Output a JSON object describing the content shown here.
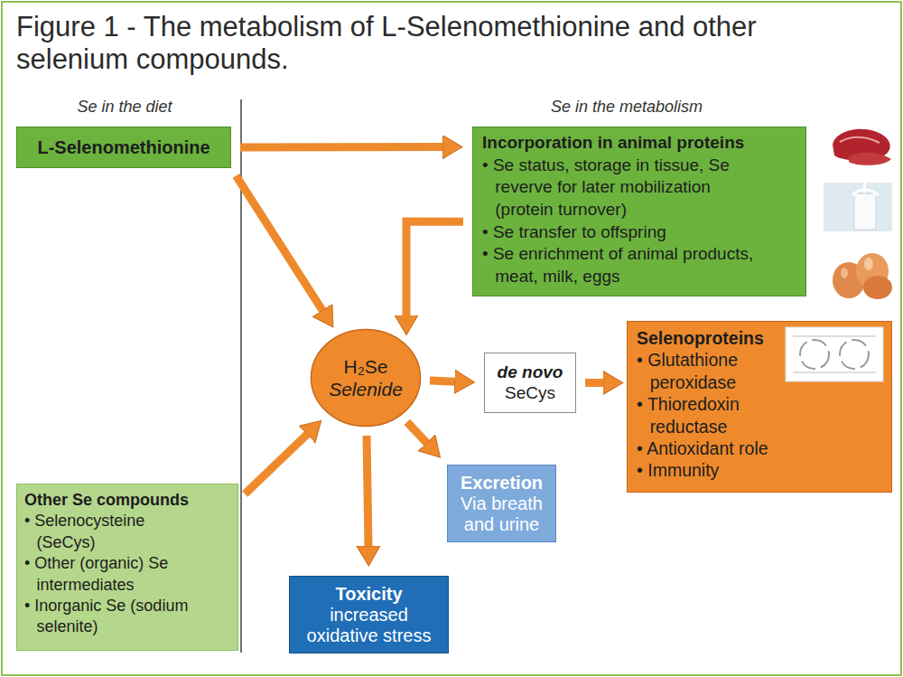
{
  "diagram": {
    "title": "Figure 1 - The metabolism of L-Selenomethionine and other selenium compounds.",
    "nodes": [
      {
        "text": [
          "L-Selenomethionine"
        ]
      },
      {
        "text": [
          "Incorporation in animal proteins",
          "• Se status, storage in tissue, Se reverve for later mobilization (protein turnover)",
          "• Se transfer to offspring",
          "• Se enrichment of animal products, meat, milk, eggs"
        ]
      },
      {
        "text": [
          "H₂Se",
          "Selenide"
        ]
      },
      {
        "text": [
          "de novo",
          "SeCys"
        ]
      },
      {
        "text": [
          "Selenoproteins",
          "• Glutathione peroxidase",
          "• Thioredoxin reductase",
          "• Antioxidant role",
          "• Immunity"
        ]
      },
      {
        "text": [
          "Excretion",
          "Via breath and urine"
        ]
      },
      {
        "text": [
          "Other Se compounds",
          "• Selenocysteine (SeCys)",
          "• Other (organic) Se intermediates",
          "• Inorganic Se (sodium selenite)"
        ]
      },
      {
        "text": [
          "Toxicity",
          "increased oxidative stress"
        ]
      }
    ],
    "edges": [
      {
        "from": 0,
        "to": 1,
        "arrow": "to"
      },
      {
        "from": 0,
        "to": 2,
        "arrow": "to"
      },
      {
        "from": 1,
        "to": 2,
        "arrow": "to"
      },
      {
        "from": 6,
        "to": 2,
        "arrow": "to"
      },
      {
        "from": 2,
        "to": 3,
        "arrow": "to"
      },
      {
        "from": 3,
        "to": 4,
        "arrow": "to"
      },
      {
        "from": 2,
        "to": 5,
        "arrow": "to"
      },
      {
        "from": 2,
        "to": 7,
        "arrow": "to"
      }
    ],
    "labels": [
      "Se in the diet",
      "Se in the metabolism"
    ]
  }
}
